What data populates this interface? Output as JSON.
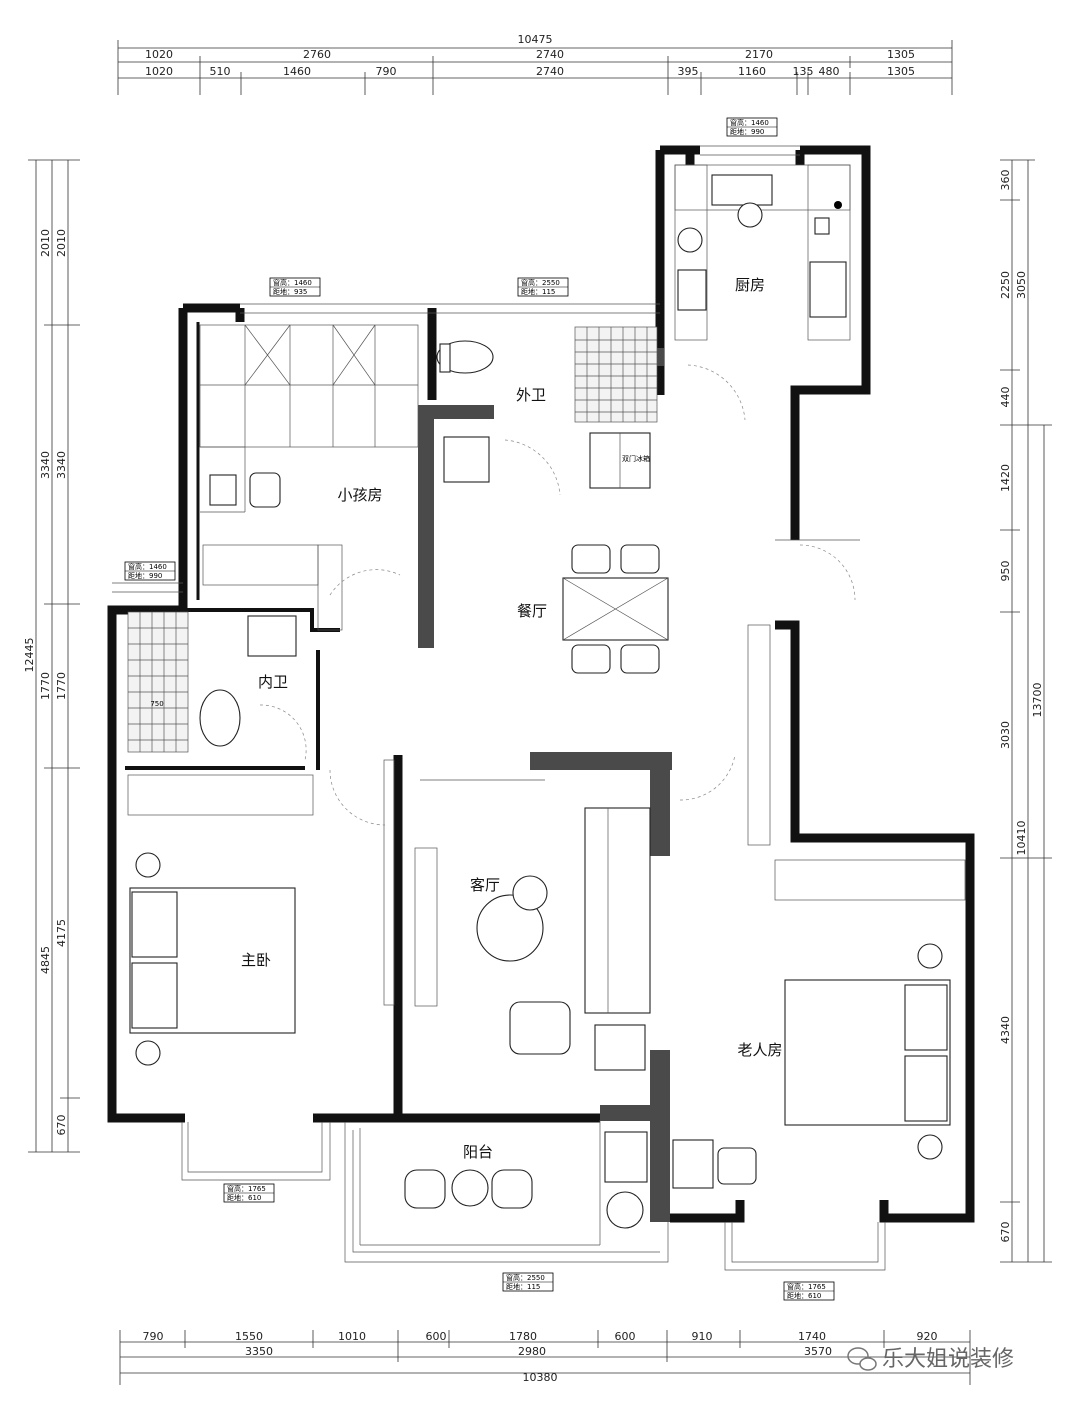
{
  "dims_top": {
    "overall": "10475",
    "row1": [
      "1020",
      "2760",
      "2740",
      "2170",
      "1305"
    ],
    "row2": [
      "1020",
      "510",
      "1460",
      "790",
      "2740",
      "395",
      "1160",
      "135",
      "480",
      "1305"
    ]
  },
  "dims_bottom": {
    "overall": "10380",
    "row1": [
      "3350",
      "2980",
      "3570"
    ],
    "row2": [
      "790",
      "1550",
      "1010",
      "600",
      "1780",
      "600",
      "910",
      "1740",
      "920"
    ]
  },
  "dims_left": {
    "overall": "12445",
    "outer": [
      "2010",
      "3340",
      "1770",
      "4845"
    ],
    "inner": [
      "2010",
      "3340",
      "1770",
      "4175",
      "670"
    ]
  },
  "dims_right": {
    "outer": [
      "3050",
      "13700",
      "10410"
    ],
    "inner": [
      "360",
      "2250",
      "440",
      "1420",
      "950",
      "3030",
      "4340",
      "670"
    ]
  },
  "rooms": {
    "kitchen": "厨房",
    "guest_bath": "外卫",
    "kids_room": "小孩房",
    "dining": "餐厅",
    "inner_bath": "内卫",
    "master": "主卧",
    "living": "客厅",
    "elder": "老人房",
    "balcony": "阳台"
  },
  "window_tags": {
    "kitchen": [
      "窗高：1460",
      "距地：990"
    ],
    "kids": [
      "窗高：1460",
      "距地：935"
    ],
    "top_mid": [
      "窗高：2550",
      "距地：115"
    ],
    "inner_bath": [
      "窗高：1460",
      "距地：990"
    ],
    "master": [
      "窗高：1765",
      "距地：610"
    ],
    "balcony": [
      "窗高：2550",
      "距地：115"
    ],
    "elder": [
      "窗高：1765",
      "距地：610"
    ]
  },
  "misc_labels": {
    "shower_size": "750",
    "fridge": "双门冰箱"
  },
  "watermark": "乐大姐说装修",
  "colors": {
    "wall": "#111111",
    "solid_wall": "#4a4a4a",
    "line": "#333333"
  }
}
